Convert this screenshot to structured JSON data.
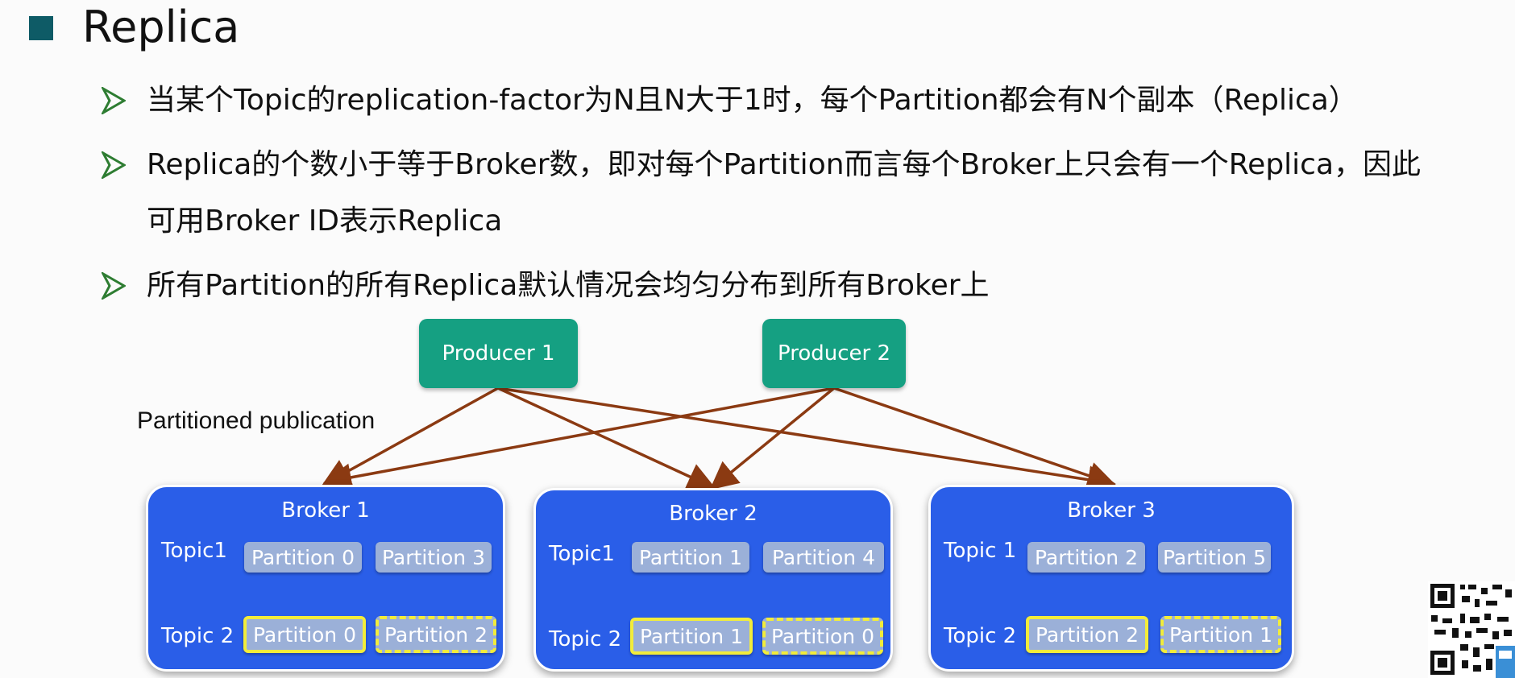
{
  "slide": {
    "title": "Replica",
    "bullets": [
      "当某个Topic的replication-factor为N且N大于1时，每个Partition都会有N个副本（Replica）",
      "Replica的个数小于等于Broker数，即对每个Partition而言每个Broker上只会有一个Replica，因此",
      "可用Broker ID表示Replica",
      "所有Partition的所有Replica默认情况会均匀分布到所有Broker上"
    ]
  },
  "diagram": {
    "producers": [
      "Producer 1",
      "Producer 2"
    ],
    "edge_label": "Partitioned publication",
    "brokers": [
      {
        "name": "Broker 1",
        "topic_a": "Topic1",
        "topic_b": "Topic 2",
        "a_parts": [
          "Partition 0",
          "Partition 3"
        ],
        "b_parts": [
          "Partition 0",
          "Partition 2"
        ]
      },
      {
        "name": "Broker 2",
        "topic_a": "Topic1",
        "topic_b": "Topic 2",
        "a_parts": [
          "Partition 1",
          "Partition 4"
        ],
        "b_parts": [
          "Partition 1",
          "Partition 0"
        ]
      },
      {
        "name": "Broker 3",
        "topic_a": "Topic 1",
        "topic_b": "Topic 2",
        "a_parts": [
          "Partition 2",
          "Partition 5"
        ],
        "b_parts": [
          "Partition 2",
          "Partition 1"
        ]
      }
    ],
    "colors": {
      "producer": "#15a082",
      "broker": "#2a5ee8",
      "partition": "#9bb0d8",
      "highlight": "#f2ec3a",
      "arrow": "#8b3a12"
    }
  }
}
